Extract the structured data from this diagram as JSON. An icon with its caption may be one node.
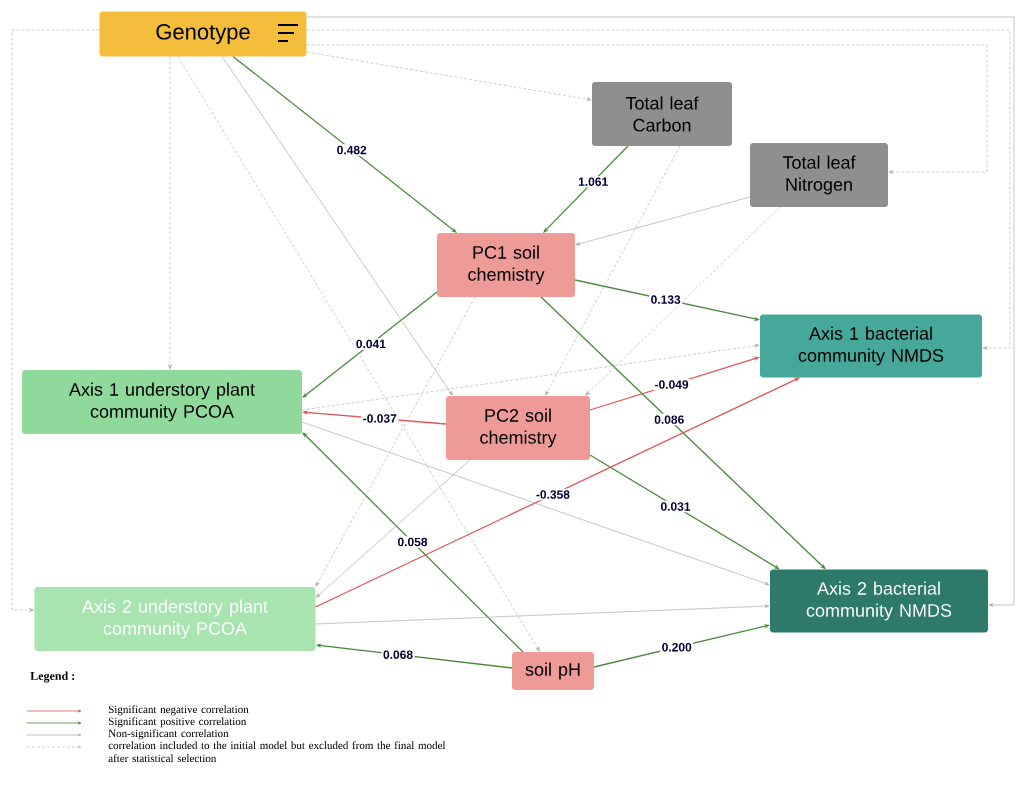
{
  "diagram": {
    "nodes": [
      {
        "text": [
          "Genotype"
        ]
      },
      {
        "text": [
          "Total leaf Carbon"
        ]
      },
      {
        "text": [
          "Total leaf Nitrogen"
        ]
      },
      {
        "text": [
          "PC1 soil chemistry"
        ]
      },
      {
        "text": [
          "Axis 1 bacterial community NMDS"
        ]
      },
      {
        "text": [
          "Axis 1 understory plant community PCOA"
        ]
      },
      {
        "text": [
          "PC2 soil chemistry"
        ]
      },
      {
        "text": [
          "Axis 2 bacterial community NMDS"
        ]
      },
      {
        "text": [
          "Axis 2 understory plant community PCOA"
        ]
      },
      {
        "text": [
          "soil pH"
        ]
      }
    ],
    "edges": [
      {
        "from": 0,
        "to": 3,
        "arrow": "to",
        "label": "0.482",
        "color": "#4a8a3c"
      },
      {
        "from": 1,
        "to": 3,
        "arrow": "to",
        "label": "1.061",
        "color": "#4a8a3c"
      },
      {
        "from": 3,
        "to": 4,
        "arrow": "to",
        "label": "0.133",
        "color": "#4a8a3c"
      },
      {
        "from": 3,
        "to": 5,
        "arrow": "to",
        "label": "0.041",
        "color": "#4a8a3c"
      },
      {
        "from": 3,
        "to": 7,
        "arrow": "to",
        "label": "0.086",
        "color": "#4a8a3c"
      },
      {
        "from": 6,
        "to": 7,
        "arrow": "to",
        "label": "0.031",
        "color": "#4a8a3c"
      },
      {
        "from": 9,
        "to": 5,
        "arrow": "to",
        "label": "0.058",
        "color": "#4a8a3c"
      },
      {
        "from": 9,
        "to": 8,
        "arrow": "to",
        "label": "0.068",
        "color": "#4a8a3c"
      },
      {
        "from": 9,
        "to": 7,
        "arrow": "to",
        "label": "0.200",
        "color": "#4a8a3c"
      },
      {
        "from": 6,
        "to": 5,
        "arrow": "to",
        "label": "-0.037",
        "color": "#e05555"
      },
      {
        "from": 6,
        "to": 4,
        "arrow": "to",
        "label": "-0.049",
        "color": "#e05555"
      },
      {
        "from": 8,
        "to": 4,
        "arrow": "to",
        "label": "-0.358",
        "color": "#e05555"
      },
      {
        "from": 2,
        "to": 3,
        "arrow": "to"
      },
      {
        "from": 0,
        "to": 6,
        "arrow": "to"
      },
      {
        "from": 5,
        "to": 7,
        "arrow": "to"
      },
      {
        "from": 8,
        "to": 7,
        "arrow": "to"
      },
      {
        "from": 6,
        "to": 8,
        "arrow": "to"
      },
      {
        "from": 0,
        "to": 7,
        "arrow": "to"
      },
      {
        "from": 0,
        "to": 1,
        "arrow": "to",
        "style": "dashed"
      },
      {
        "from": 0,
        "to": 2,
        "arrow": "to",
        "style": "dashed"
      },
      {
        "from": 0,
        "to": 4,
        "arrow": "to",
        "style": "dashed"
      },
      {
        "from": 0,
        "to": 5,
        "arrow": "to",
        "style": "dashed"
      },
      {
        "from": 0,
        "to": 8,
        "arrow": "to",
        "style": "dashed"
      },
      {
        "from": 0,
        "to": 9,
        "arrow": "to",
        "style": "dashed"
      },
      {
        "from": 1,
        "to": 6,
        "arrow": "to",
        "style": "dashed"
      },
      {
        "from": 2,
        "to": 6,
        "arrow": "to",
        "style": "dashed"
      },
      {
        "from": 3,
        "to": 8,
        "arrow": "to",
        "style": "dashed"
      },
      {
        "from": 5,
        "to": 4,
        "arrow": "to",
        "style": "dashed"
      }
    ],
    "labels": [
      "Legend :"
    ],
    "legend": [
      {
        "text": "Significant negative correlation"
      },
      {
        "text": "Significant positive correlation"
      },
      {
        "text": "Non-significant correlation"
      },
      {
        "text": "correlation included to the initial model but excluded from the final model after statistical selection"
      }
    ]
  }
}
